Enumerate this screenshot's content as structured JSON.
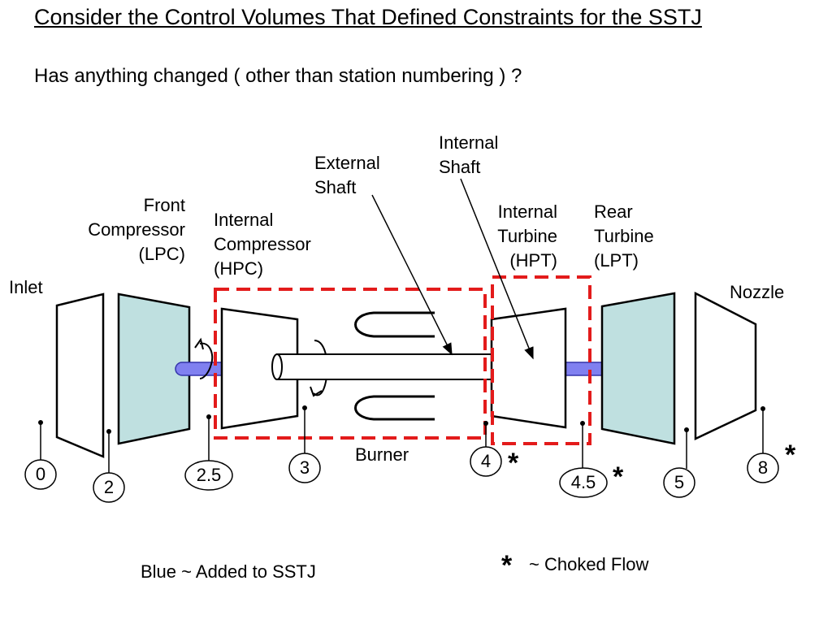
{
  "title": "Consider the Control Volumes That Defined Constraints for the SSTJ",
  "subtitle": "Has anything changed ( other than station numbering ) ?",
  "components": {
    "inlet": "Inlet",
    "front_compressor": [
      "Front",
      "Compressor",
      "(LPC)"
    ],
    "internal_compressor": [
      "Internal",
      "Compressor",
      "(HPC)"
    ],
    "external_shaft": [
      "External",
      "Shaft"
    ],
    "internal_shaft": [
      "Internal",
      "Shaft"
    ],
    "internal_turbine": [
      "Internal",
      "Turbine",
      "(HPT)"
    ],
    "rear_turbine": [
      "Rear",
      "Turbine",
      "(LPT)"
    ],
    "nozzle": "Nozzle",
    "burner": "Burner"
  },
  "stations": [
    "0",
    "2",
    "2.5",
    "3",
    "4",
    "4.5",
    "5",
    "8"
  ],
  "choked_marker": "*",
  "legend": {
    "blue_note": "Blue ~ Added to SSTJ",
    "choked_star": "*",
    "choked_note": "~ Choked Flow"
  },
  "colors": {
    "control_volume": "#e31b1b",
    "shaft_blue": "#8080f0",
    "turbomachinery_fill": "#bfe0e0"
  }
}
